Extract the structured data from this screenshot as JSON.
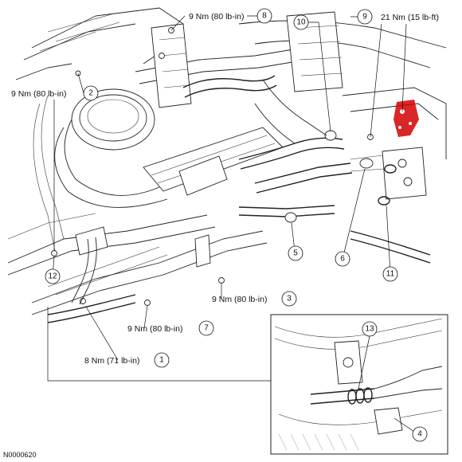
{
  "figure": {
    "id": "N0000620",
    "accent_color": "#d40000"
  },
  "callouts": [
    {
      "num": "1",
      "torque": "8 Nm (71 lb-in)"
    },
    {
      "num": "2",
      "torque": "9 Nm (80 lb-in)"
    },
    {
      "num": "3",
      "torque": "9 Nm (80 lb-in)"
    },
    {
      "num": "4",
      "torque": ""
    },
    {
      "num": "5",
      "torque": ""
    },
    {
      "num": "6",
      "torque": ""
    },
    {
      "num": "7",
      "torque": "9 Nm (80 lb-in)"
    },
    {
      "num": "8",
      "torque": "9 Nm (80 lb-in)"
    },
    {
      "num": "9",
      "torque": "21 Nm (15 lb-ft)"
    },
    {
      "num": "10",
      "torque": ""
    },
    {
      "num": "11",
      "torque": ""
    },
    {
      "num": "12",
      "torque": ""
    },
    {
      "num": "13",
      "torque": ""
    }
  ]
}
